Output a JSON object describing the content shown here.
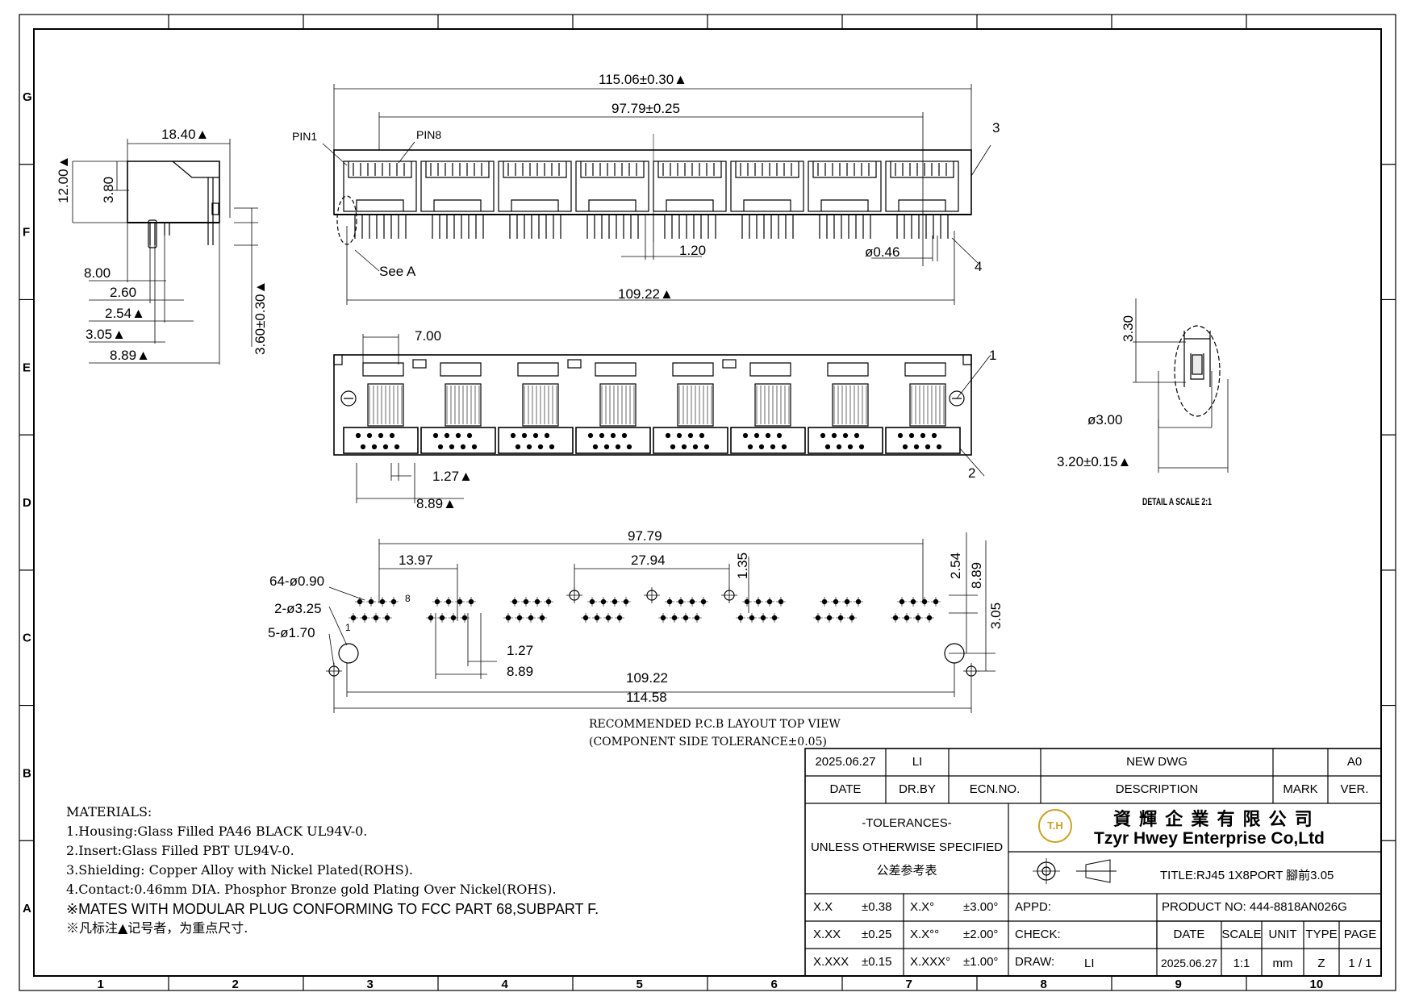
{
  "grid": {
    "rows": [
      "G",
      "F",
      "E",
      "D",
      "C",
      "B",
      "A"
    ],
    "cols": [
      "1",
      "2",
      "3",
      "4",
      "5",
      "6",
      "7",
      "8",
      "9",
      "10"
    ]
  },
  "side_view": {
    "dims": [
      "18.40▲",
      "12.00▲",
      "3.80",
      "8.00",
      "2.60",
      "2.54▲",
      "3.05▲",
      "8.89▲",
      "3.60±0.30▲"
    ]
  },
  "front_view": {
    "dims": [
      "115.06±0.30▲",
      "97.79±0.25",
      "1.20",
      "ø0.46",
      "109.22▲"
    ],
    "labels": [
      "PIN1",
      "PIN8",
      "See A"
    ],
    "callouts": [
      "3",
      "4"
    ]
  },
  "bottom_view": {
    "dims": [
      "7.00",
      "1.27▲",
      "8.89▲"
    ],
    "callouts": [
      "1",
      "2"
    ]
  },
  "detail": {
    "dims": [
      "3.30",
      "ø3.00",
      "3.20±0.15▲"
    ],
    "title": "DETAIL A SCALE 2:1"
  },
  "pcb": {
    "dims": [
      "97.79",
      "13.97",
      "27.94",
      "1.35",
      "2.54",
      "8.89",
      "3.05",
      "1.27",
      "8.89",
      "109.22",
      "114.58"
    ],
    "holes": [
      "64-ø0.90",
      "2-ø3.25",
      "5-ø1.70"
    ],
    "pins": [
      "8",
      "1"
    ],
    "caption1": "RECOMMENDED P.C.B LAYOUT TOP VIEW",
    "caption2": "(COMPONENT SIDE TOLERANCE±0.05)"
  },
  "notes": {
    "heading": "MATERIALS:",
    "items": [
      "1.Housing:Glass Filled PA46 BLACK UL94V-0.",
      "2.Insert:Glass Filled PBT UL94V-0.",
      "3.Shielding: Copper Alloy with Nickel Plated(ROHS).",
      "4.Contact:0.46mm DIA. Phosphor Bronze gold Plating Over Nickel(ROHS)."
    ],
    "mates": "※MATES WITH MODULAR PLUG CONFORMING TO FCC PART 68,SUBPART F.",
    "key_note": "※凡标注▲记号者，为重点尺寸."
  },
  "title_block": {
    "rev_date": "2025.06.27",
    "rev_by": "LI",
    "rev_desc": "NEW DWG",
    "rev_ver": "A0",
    "h_date": "DATE",
    "h_drby": "DR.BY",
    "h_ecn": "ECN.NO.",
    "h_desc": "DESCRIPTION",
    "h_mark": "MARK",
    "h_ver": "VER.",
    "tol1": "-TOLERANCES-",
    "tol2": "UNLESS OTHERWISE SPECIFIED",
    "tol3": "公差参考表",
    "logo": "T.H",
    "company_cn": "資 輝 企 業 有 限 公 司",
    "company_en": "Tzyr Hwey Enterprise Co,Ltd",
    "title_label": "TITLE:",
    "title_value": "RJ45 1X8PORT 腳前3.05",
    "tol_rows": [
      [
        "X.X",
        "±0.38",
        "X.X°",
        "±3.00°"
      ],
      [
        "X.XX",
        "±0.25",
        "X.X°°",
        "±2.00°"
      ],
      [
        "X.XXX",
        "±0.15",
        "X.XXX°",
        "±1.00°"
      ]
    ],
    "appd": "APPD:",
    "check": "CHECK:",
    "draw": "DRAW:",
    "draw_by": "LI",
    "product_no": "PRODUCT NO: 444-8818AN026G",
    "h2_date": "DATE",
    "h2_scale": "SCALE",
    "h2_unit": "UNIT",
    "h2_type": "TYPE",
    "h2_page": "PAGE",
    "v_date": "2025.06.27",
    "v_scale": "1:1",
    "v_unit": "mm",
    "v_type": "Z",
    "v_page": "1 / 1"
  }
}
